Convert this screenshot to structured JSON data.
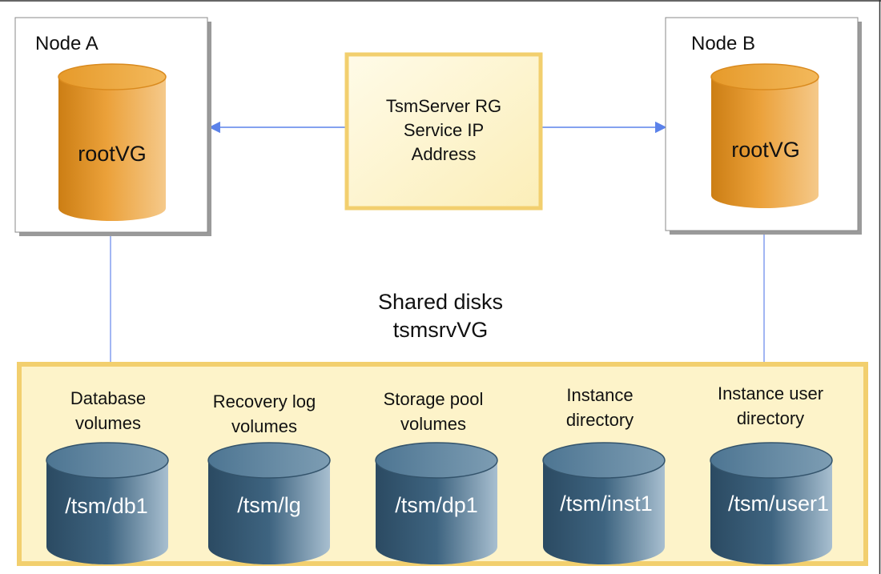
{
  "nodes": {
    "a": {
      "title": "Node A",
      "disk_label": "rootVG"
    },
    "b": {
      "title": "Node B",
      "disk_label": "rootVG"
    }
  },
  "resource_group": {
    "line1": "TsmServer RG",
    "line2": "Service IP",
    "line3": "Address"
  },
  "shared": {
    "title": "Shared disks",
    "vg": "tsmsrvVG"
  },
  "volumes": [
    {
      "caption1": "Database",
      "caption2": "volumes",
      "path": "/tsm/db1"
    },
    {
      "caption1": "Recovery log",
      "caption2": "volumes",
      "path": "/tsm/lg"
    },
    {
      "caption1": "Storage pool",
      "caption2": "volumes",
      "path": "/tsm/dp1"
    },
    {
      "caption1": "Instance",
      "caption2": "directory",
      "path": "/tsm/inst1"
    },
    {
      "caption1": "Instance user",
      "caption2": "directory",
      "path": "/tsm/user1"
    }
  ],
  "colors": {
    "root_disk": "#e39a2b",
    "volume_disk": "#3d6480",
    "panel_fill": "#fdf3c9",
    "panel_border": "#f2cf6e",
    "connector": "#5b82ea"
  }
}
